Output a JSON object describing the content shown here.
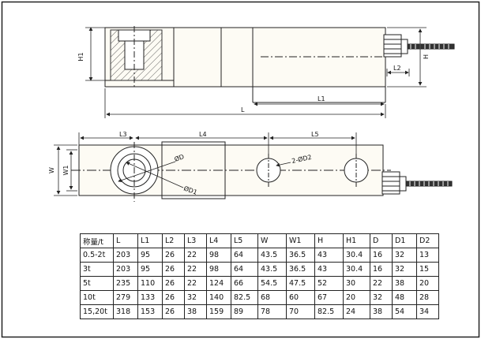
{
  "labels": {
    "L": "L",
    "L1": "L1",
    "L2": "L2",
    "L3": "L3",
    "L4": "L4",
    "L5": "L5",
    "H": "H",
    "H1": "H1",
    "W": "W",
    "W1": "W1",
    "D": "ØD",
    "D1": "ØD1",
    "D2": "2-ØD2"
  },
  "table": {
    "headers": [
      "称量/t",
      "L",
      "L1",
      "L2",
      "L3",
      "L4",
      "L5",
      "W",
      "W1",
      "H",
      "H1",
      "D",
      "D1",
      "D2"
    ],
    "rows": [
      [
        "0.5-2t",
        "203",
        "95",
        "26",
        "22",
        "98",
        "64",
        "43.5",
        "36.5",
        "43",
        "30.4",
        "16",
        "32",
        "13"
      ],
      [
        "3t",
        "203",
        "95",
        "26",
        "22",
        "98",
        "64",
        "43.5",
        "36.5",
        "43",
        "30.4",
        "16",
        "32",
        "15"
      ],
      [
        "5t",
        "235",
        "110",
        "26",
        "22",
        "124",
        "66",
        "54.5",
        "47.5",
        "52",
        "30",
        "22",
        "38",
        "20"
      ],
      [
        "10t",
        "279",
        "133",
        "26",
        "32",
        "140",
        "82.5",
        "68",
        "60",
        "67",
        "20",
        "32",
        "48",
        "28"
      ],
      [
        "15,20t",
        "318",
        "153",
        "26",
        "38",
        "159",
        "89",
        "78",
        "70",
        "82.5",
        "24",
        "38",
        "54",
        "34"
      ]
    ]
  }
}
